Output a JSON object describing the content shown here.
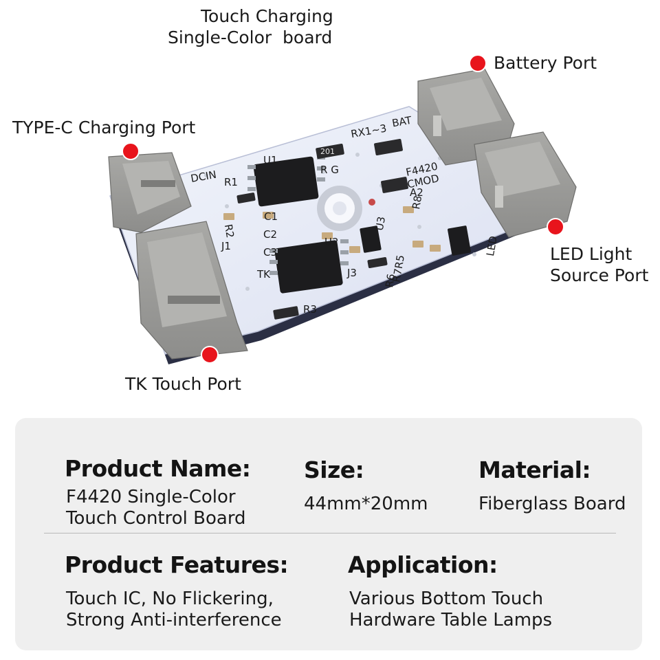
{
  "labels": {
    "title_line1": "Touch Charging",
    "title_line2": "Single-Color  board",
    "battery_port": "Battery Port",
    "typec_port": "TYPE-C Charging Port",
    "led_port_line1": "LED Light",
    "led_port_line2": "Source Port",
    "tk_port": "TK Touch Port"
  },
  "silkscreen": {
    "u1": "U1",
    "r1": "R1",
    "r2": "R2",
    "c1": "C1",
    "c2": "C2",
    "c3": "C3",
    "u2": "U2",
    "tk": "TK",
    "r3": "R3",
    "j1": "J1",
    "j3": "J3",
    "u3": "U3",
    "r7r5": "R7R5",
    "r6": "R6",
    "f4420": "F4420",
    "cmod": "CMOD",
    "a2": "A2",
    "r8": "R8",
    "rx": "RX1~3",
    "bat": "BAT",
    "led": "LED",
    "dcin": "DCIN",
    "res_value": "201",
    "rg": "R G"
  },
  "info": {
    "product_name_heading": "Product Name:",
    "product_name_line1": "F4420 Single-Color",
    "product_name_line2": "Touch Control Board",
    "size_heading": "Size:",
    "size_value": "44mm*20mm",
    "material_heading": "Material:",
    "material_value": "Fiberglass Board",
    "features_heading": "Product Features:",
    "features_line1": "Touch IC, No Flickering,",
    "features_line2": "Strong Anti-interference",
    "application_heading": "Application:",
    "application_line1": "Various Bottom Touch",
    "application_line2": "Hardware Table Lamps"
  },
  "colors": {
    "callout_dot": "#e8141c",
    "pcb_white": "#e6eaf4",
    "connector_gray": "#9a9a98",
    "chip_black": "#1c1c1e",
    "panel_bg": "#efefef"
  }
}
